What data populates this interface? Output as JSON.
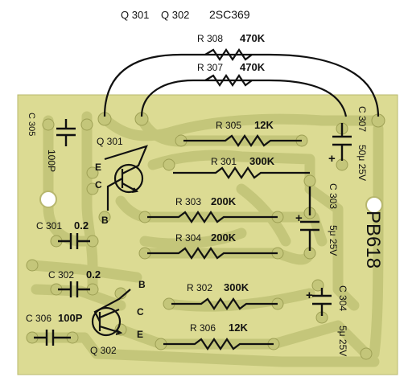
{
  "colors": {
    "board": "#dcdb93",
    "copper": "#c7c97e",
    "ink": "#111111",
    "pad_hole": "#ffffff"
  },
  "header": {
    "q301": "Q 301",
    "q302": "Q 302",
    "part": "2SC369"
  },
  "board_label": "PB618",
  "components": {
    "r308": {
      "ref": "R 308",
      "value": "470K"
    },
    "r307": {
      "ref": "R 307",
      "value": "470K"
    },
    "r305": {
      "ref": "R 305",
      "value": "12K"
    },
    "r301": {
      "ref": "R 301",
      "value": "300K"
    },
    "r303": {
      "ref": "R 303",
      "value": "200K"
    },
    "r304": {
      "ref": "R 304",
      "value": "200K"
    },
    "r302": {
      "ref": "R 302",
      "value": "300K"
    },
    "r306": {
      "ref": "R 306",
      "value": "12K"
    },
    "c305": {
      "ref": "C 305",
      "value": "100P"
    },
    "c301": {
      "ref": "C 301",
      "value": "0.2"
    },
    "c302": {
      "ref": "C 302",
      "value": "0.2"
    },
    "c306": {
      "ref": "C 306",
      "value": "100P"
    },
    "c307": {
      "ref": "C 307",
      "value": "50μ 25V"
    },
    "c303": {
      "ref": "C 303",
      "value": "5μ 25V"
    },
    "c304": {
      "ref": "C 304",
      "value": "5μ 25V"
    }
  },
  "transistors": {
    "q301": {
      "ref": "Q 301",
      "e": "E",
      "c": "C",
      "b": "B"
    },
    "q302": {
      "ref": "Q 302",
      "e": "E",
      "c": "C",
      "b": "B"
    }
  },
  "polarity": {
    "plus": "+"
  }
}
